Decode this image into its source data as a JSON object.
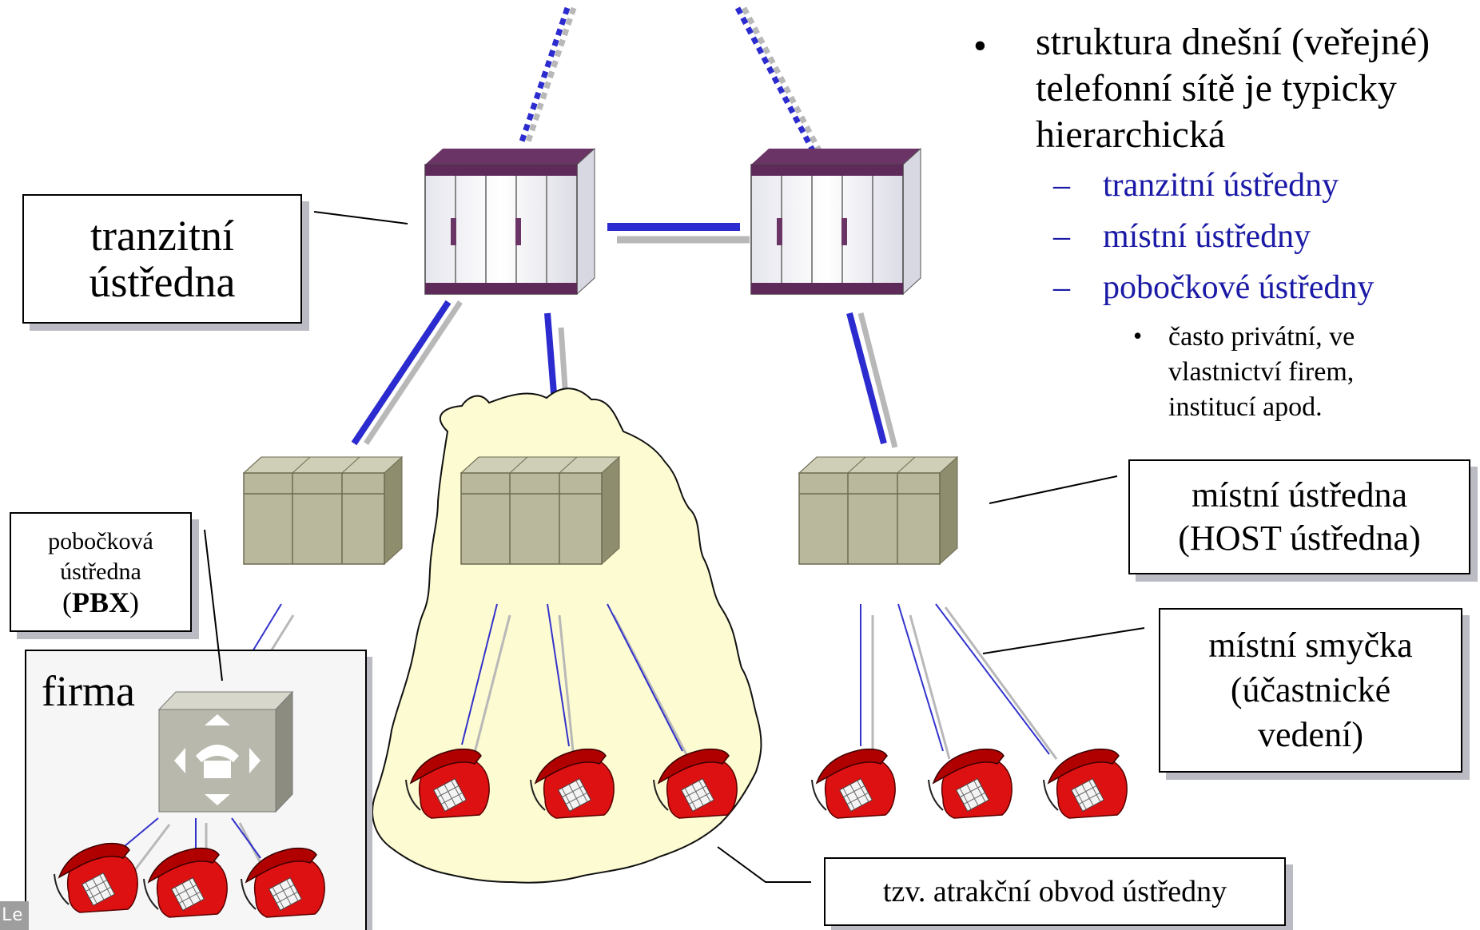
{
  "labels": {
    "transit_exchange": [
      "tranzitní",
      "ústředna"
    ],
    "local_exchange": [
      "místní ústředna",
      "(HOST ústředna)"
    ],
    "pbx_line1": "pobočková",
    "pbx_line2": "ústředna",
    "pbx_open": "(",
    "pbx_abbr": "PBX",
    "pbx_close": ")",
    "local_loop": [
      "místní smyčka",
      "(účastnické",
      "vedení)"
    ],
    "company": "firma",
    "attraction_area": "tzv. atrakční obvod ústředny",
    "corner": "Le"
  },
  "bullets": {
    "main": "struktura dnešní (veřejné) telefonní sítě je typicky hierarchická",
    "sub": [
      "tranzitní ústředny",
      "místní ústředny",
      "pobočkové ústředny"
    ],
    "subsub": "často privátní, ve vlastnictví firem, institucí apod."
  },
  "icons": {
    "transit": "transit-exchange-icon",
    "local": "local-exchange-icon",
    "pbx": "pbx-icon",
    "phone": "telephone-icon"
  },
  "colors": {
    "trunk_line": "#2b2bcf",
    "shadow_line": "#b8b8b8",
    "subscriber_line": "#3333cc",
    "cloud": "#fdfbd1",
    "transit_cabinet_top": "#5e2a5a",
    "local_exchange_body": "#b9b89c",
    "phone_red": "#dd1111",
    "sub_bullet_text": "#1a1aa6"
  }
}
